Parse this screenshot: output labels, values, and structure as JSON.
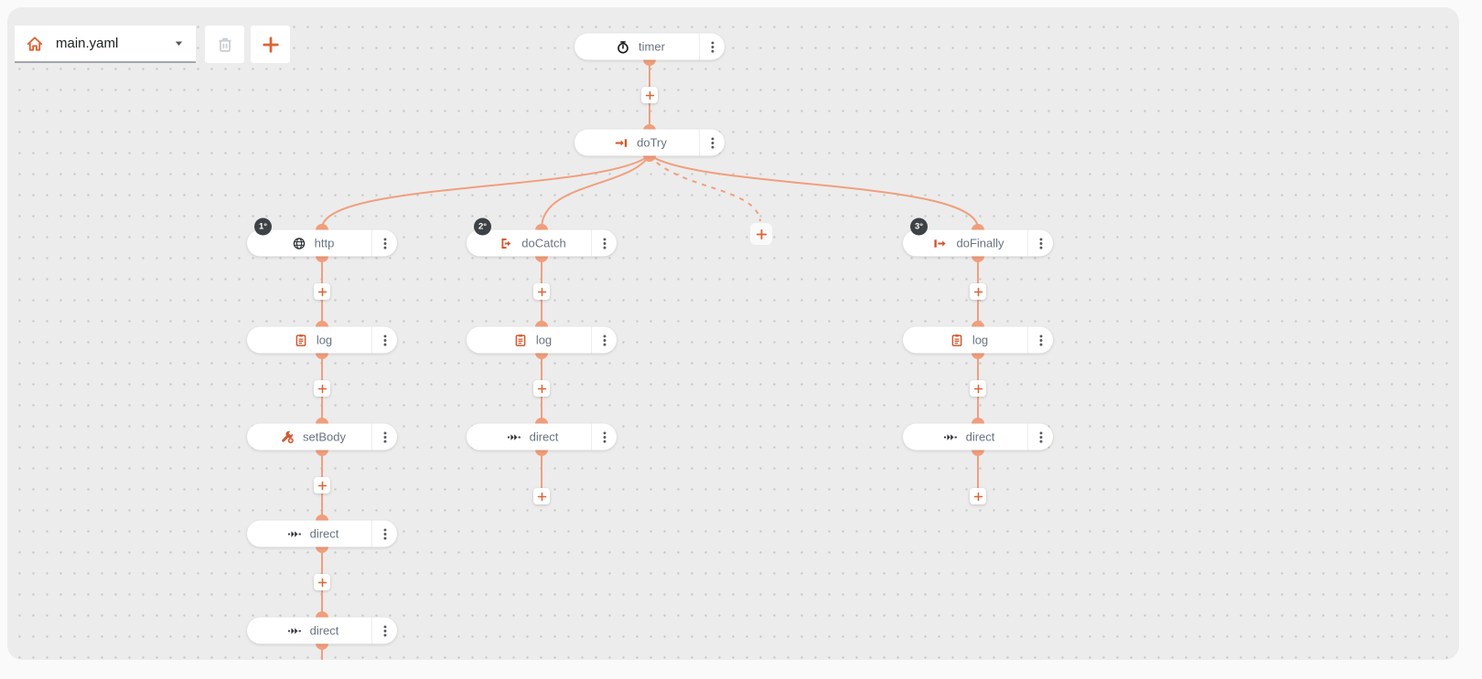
{
  "toolbar": {
    "flow_selector": {
      "value": "main.yaml",
      "icon": "home-icon"
    },
    "delete_button": {
      "icon": "trash-icon",
      "enabled": false
    },
    "new_flow_button": {
      "icon": "plus-icon",
      "enabled": true
    }
  },
  "nodes": {
    "timer": {
      "label": "timer",
      "icon": "timer-icon"
    },
    "doTry": {
      "label": "doTry",
      "icon": "arrow-into-bar-icon"
    },
    "http": {
      "label": "http",
      "icon": "globe-icon",
      "badge": "1°"
    },
    "doCatch": {
      "label": "doCatch",
      "icon": "catch-arrow-icon",
      "badge": "2°"
    },
    "doFinally": {
      "label": "doFinally",
      "icon": "bar-arrow-icon",
      "badge": "3°"
    },
    "httpLog": {
      "label": "log",
      "icon": "clipboard-icon"
    },
    "httpSetBody": {
      "label": "setBody",
      "icon": "wrench-plus-icon"
    },
    "httpDirect1": {
      "label": "direct",
      "icon": "direct-arrow-icon"
    },
    "httpDirect2": {
      "label": "direct",
      "icon": "direct-arrow-icon"
    },
    "catchLog": {
      "label": "log",
      "icon": "clipboard-icon"
    },
    "catchDirect": {
      "label": "direct",
      "icon": "direct-arrow-icon"
    },
    "finallyLog": {
      "label": "log",
      "icon": "clipboard-icon"
    },
    "finallyDirect": {
      "label": "direct",
      "icon": "direct-arrow-icon"
    }
  },
  "colors": {
    "accent": "#dd6333",
    "node_icon_accent": "#d4572f",
    "edge": "#f19f7d",
    "badge_bg": "#3d4247",
    "label": "#6a7380",
    "canvas_bg": "#ececec"
  }
}
